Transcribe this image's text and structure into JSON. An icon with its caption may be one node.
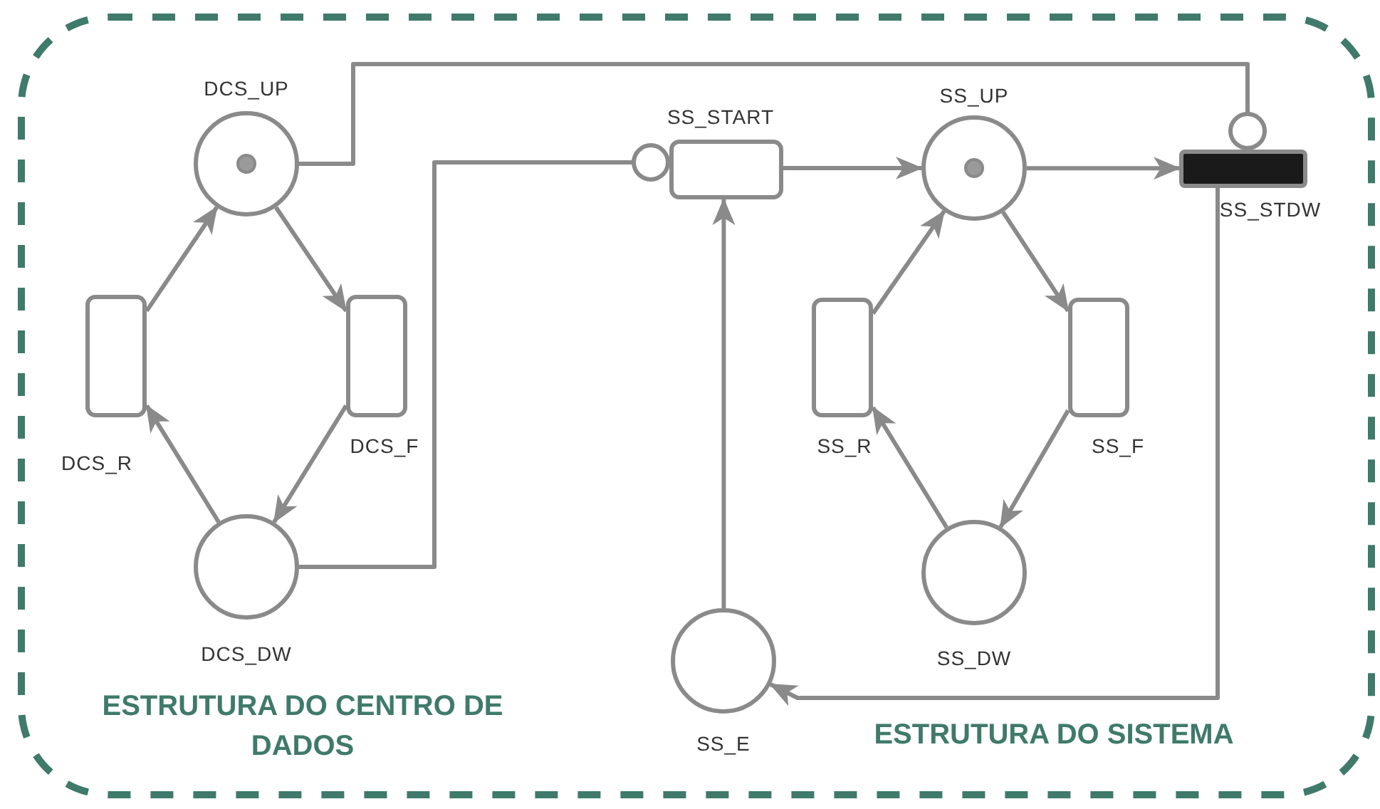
{
  "diagram": {
    "nodes": [
      {
        "text": [
          "DCS_UP"
        ]
      },
      {
        "text": [
          "DCS_R"
        ]
      },
      {
        "text": [
          "DCS_F"
        ]
      },
      {
        "text": [
          "DCS_DW"
        ]
      },
      {
        "text": [
          "SS_START"
        ]
      },
      {
        "text": [
          "SS_UP"
        ]
      },
      {
        "text": [
          "SS_STDW"
        ]
      },
      {
        "text": [
          "SS_R"
        ]
      },
      {
        "text": [
          "SS_F"
        ]
      },
      {
        "text": [
          "SS_DW"
        ]
      },
      {
        "text": [
          "SS_E"
        ]
      }
    ],
    "edges": [
      {
        "from": 0,
        "to": 2,
        "arrow": "to"
      },
      {
        "from": 2,
        "to": 3,
        "arrow": "to"
      },
      {
        "from": 3,
        "to": 1,
        "arrow": "to"
      },
      {
        "from": 1,
        "to": 0,
        "arrow": "to"
      },
      {
        "from": 3,
        "to": 4,
        "arrow": "other"
      },
      {
        "from": 0,
        "to": 6,
        "arrow": "other"
      },
      {
        "from": 4,
        "to": 5,
        "arrow": "to"
      },
      {
        "from": 5,
        "to": 8,
        "arrow": "to"
      },
      {
        "from": 8,
        "to": 9,
        "arrow": "to"
      },
      {
        "from": 9,
        "to": 7,
        "arrow": "to"
      },
      {
        "from": 7,
        "to": 5,
        "arrow": "to"
      },
      {
        "from": 5,
        "to": 6,
        "arrow": "to"
      },
      {
        "from": 6,
        "to": 10,
        "arrow": "to"
      },
      {
        "from": 10,
        "to": 4,
        "arrow": "to"
      }
    ],
    "labels": [
      "ESTRUTURA DO CENTRO DE DADOS",
      "ESTRUTURA DO SISTEMA"
    ]
  }
}
